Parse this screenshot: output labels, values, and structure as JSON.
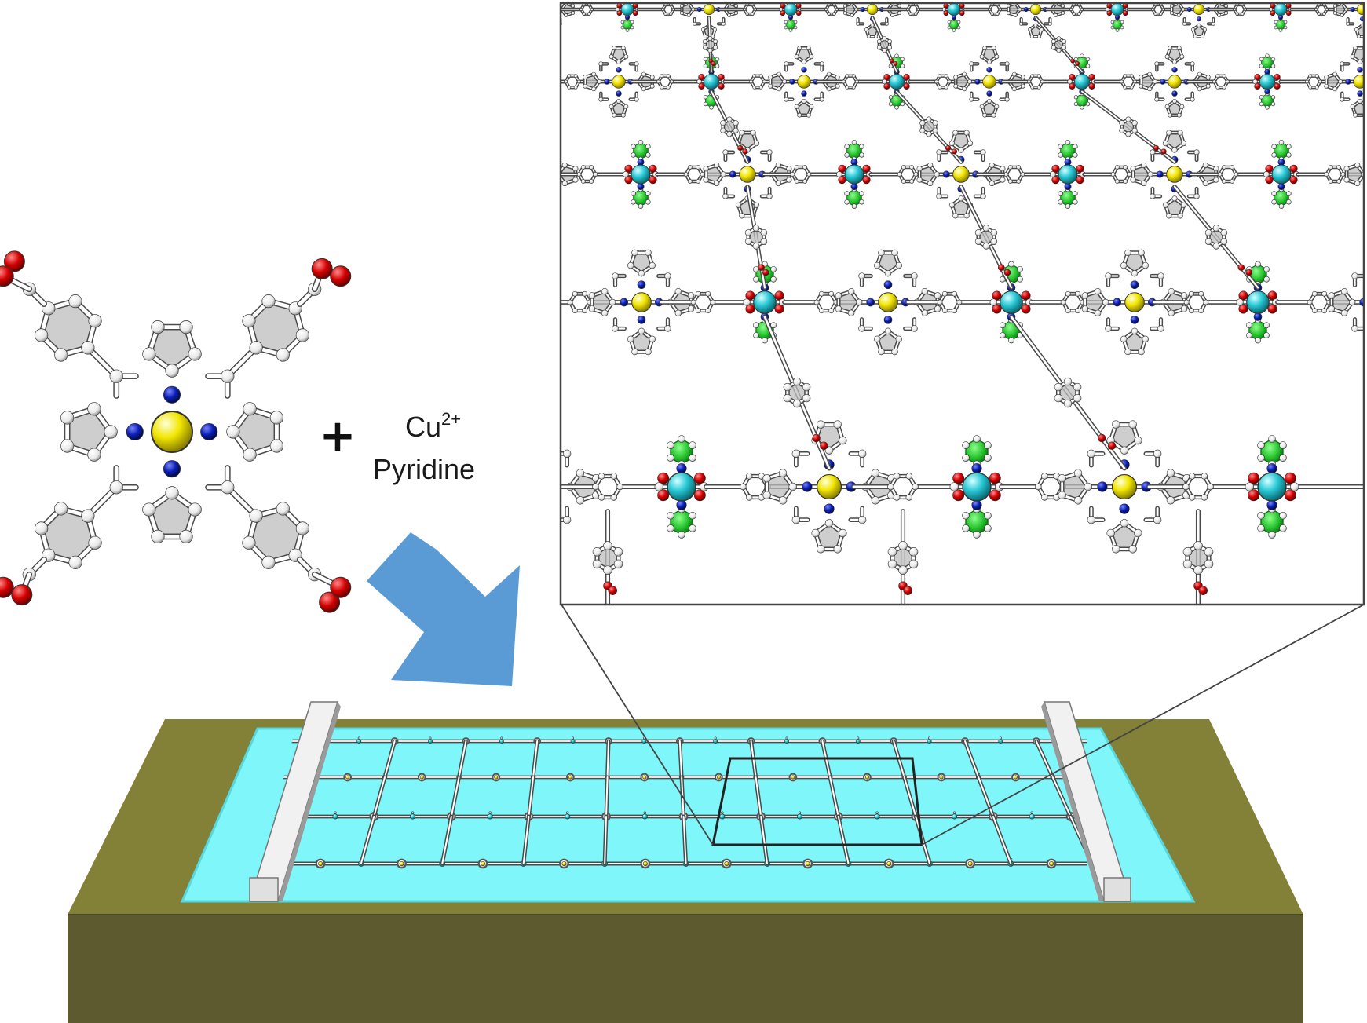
{
  "labels": {
    "plus": "+",
    "cu_base": "Cu",
    "cu_charge": "2+",
    "pyridine": "Pyridine"
  },
  "colors": {
    "carbon": "#ffffff",
    "carbon_stroke": "#4a4a4a",
    "bond_fill": "#ffffff",
    "ring_face": "#bdbdbd",
    "oxygen": "#d40000",
    "nitrogen": "#0a1fb4",
    "metal_center": "#f2e600",
    "copper": "#29c9d6",
    "pyridine_ligand": "#22c02a",
    "arrow": "#5b9bd5",
    "substrate_side": "#5e5a2f",
    "substrate_top": "#838038",
    "water": "#7ff7fa",
    "water_edge": "#57d8de",
    "barrier": "#f1f1f1",
    "inset_border": "#444444"
  },
  "icons": {
    "molecule": "tcpp-porphyrin-molecule",
    "arrow": "reaction-arrow",
    "trough": "langmuir-trough",
    "framework": "metal-organic-framework-lattice"
  }
}
